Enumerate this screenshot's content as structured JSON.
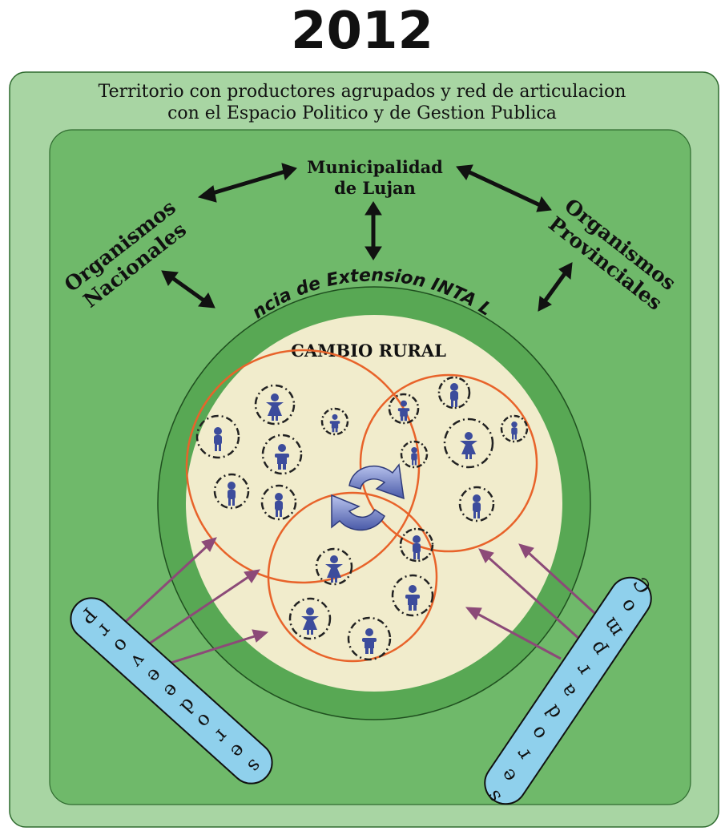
{
  "year": "2012",
  "territory": {
    "line1": "Territorio con productores agrupados y red de articulacion",
    "line2": "con el Espacio Politico y de Gestion Publica"
  },
  "nodes": {
    "municipalidad": {
      "line1": "Municipalidad",
      "line2": "de Lujan"
    },
    "nacionales": {
      "line1": "Organismos",
      "line2": "Nacionales"
    },
    "provinciales": {
      "line1": "Organismos",
      "line2": "Provinciales"
    }
  },
  "agency": "Agencia de Extension INTA Lujan",
  "cambio_rural": "CAMBIO RURAL",
  "proveedores": "Proveedores",
  "compradores": "Compradores",
  "colors": {
    "outer_green": "#a8d5a3",
    "inner_green": "#6fb96a",
    "ring_green": "#58a854",
    "cream": "#f1eccc",
    "group_circle": "#e8632a",
    "person": "#3c4c9c",
    "pill": "#8fd0ec",
    "trade_arrow": "#8c4a78"
  }
}
